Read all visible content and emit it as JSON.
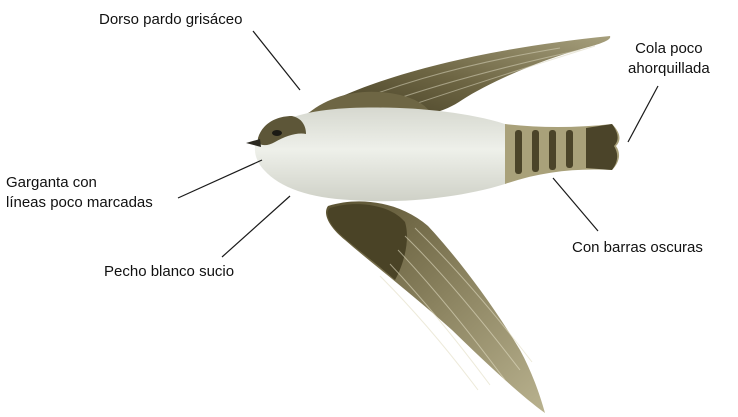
{
  "labels": {
    "dorso": "Dorso pardo grisáceo",
    "cola": [
      "Cola poco",
      "ahorquillada"
    ],
    "garganta": [
      "Garganta con",
      "líneas poco marcadas"
    ],
    "pecho": "Pecho blanco sucio",
    "barras": "Con barras oscuras"
  },
  "colors": {
    "wing_dark": "#4a4326",
    "wing_mid": "#7d7450",
    "wing_light": "#b8b089",
    "body_white": "#eceee8",
    "body_shade": "#c9cbc2",
    "leader_line": "#1a1a1a"
  }
}
